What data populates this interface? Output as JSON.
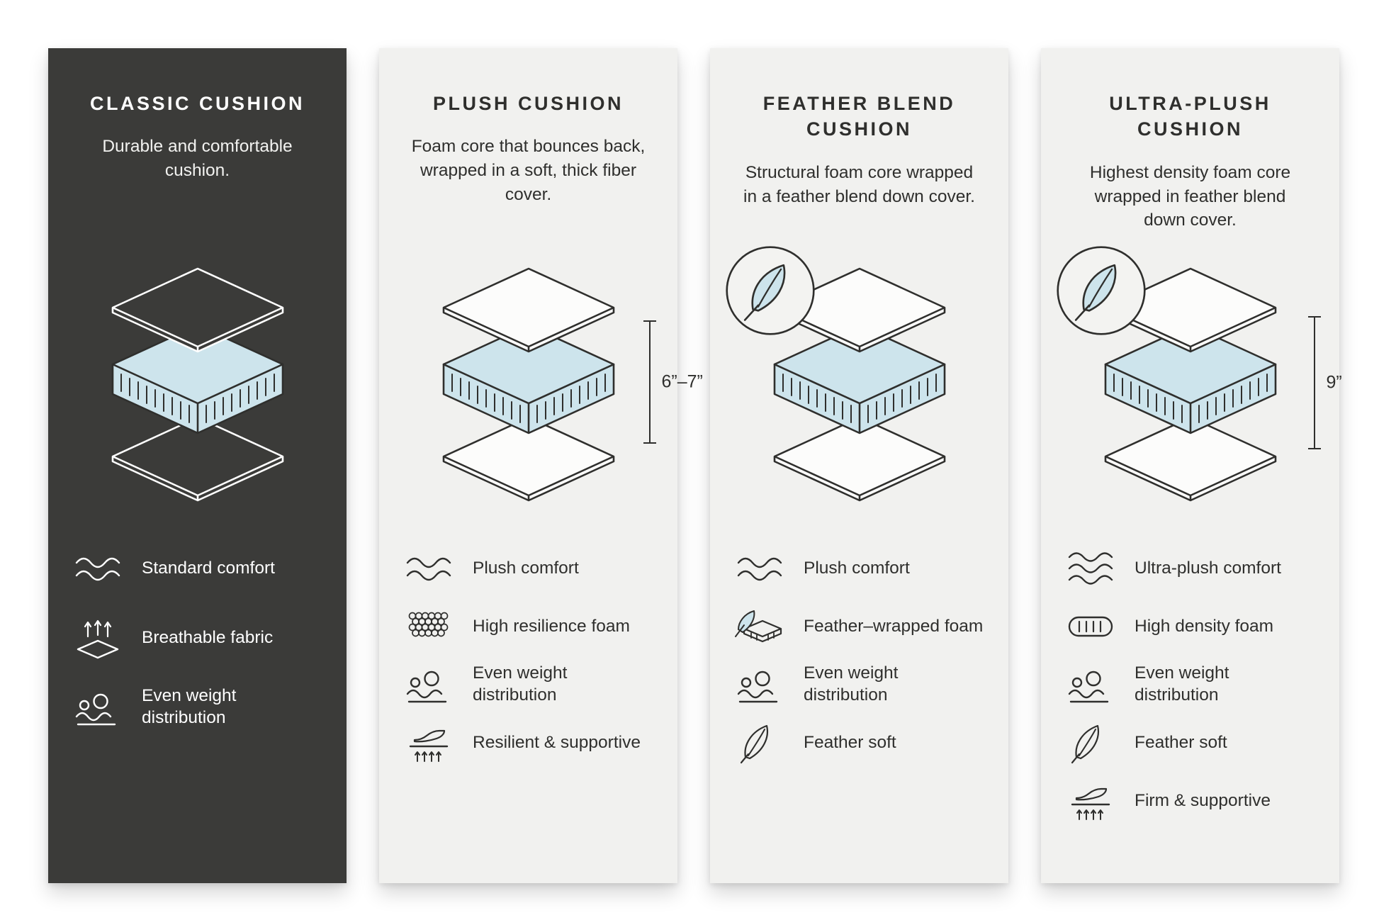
{
  "page": {
    "background": "#ffffff"
  },
  "colors": {
    "dark_panel": "#3b3b39",
    "light_panel": "#f1f1ef",
    "accent_blue": "#cde4ec",
    "stroke_dark": "#2f2f2d",
    "text_light": "#ffffff",
    "text_dark": "#2f2f2d"
  },
  "panels": [
    {
      "id": "classic",
      "theme": "dark",
      "title": "CLASSIC CUSHION",
      "description": "Durable and comfortable cushion.",
      "diagram": {
        "type": "layered-cushion",
        "feather_badge": false,
        "height_label": ""
      },
      "features": [
        {
          "icon": "waves-icon",
          "label": "Standard comfort"
        },
        {
          "icon": "breathable-fabric-icon",
          "label": "Breathable fabric"
        },
        {
          "icon": "even-weight-icon",
          "label": "Even weight distribution"
        }
      ]
    },
    {
      "id": "plush",
      "theme": "light",
      "title": "PLUSH CUSHION",
      "description": "Foam core that bounces back, wrapped in a soft, thick fiber cover.",
      "diagram": {
        "type": "layered-cushion",
        "feather_badge": false,
        "height_label": "6”–7”"
      },
      "features": [
        {
          "icon": "waves-icon",
          "label": "Plush comfort"
        },
        {
          "icon": "foam-cells-icon",
          "label": "High resilience foam"
        },
        {
          "icon": "even-weight-icon",
          "label": "Even weight distribution"
        },
        {
          "icon": "pressing-hand-icon",
          "label": "Resilient & supportive"
        }
      ]
    },
    {
      "id": "feather-blend",
      "theme": "light",
      "title": "FEATHER BLEND CUSHION",
      "description": "Structural foam core wrapped in a feather blend down cover.",
      "diagram": {
        "type": "layered-cushion",
        "feather_badge": true,
        "height_label": ""
      },
      "features": [
        {
          "icon": "waves-icon",
          "label": "Plush comfort"
        },
        {
          "icon": "feather-foam-icon",
          "label": "Feather–wrapped foam"
        },
        {
          "icon": "even-weight-icon",
          "label": "Even weight distribution"
        },
        {
          "icon": "feather-icon",
          "label": "Feather soft"
        }
      ]
    },
    {
      "id": "ultra-plush",
      "theme": "light",
      "title": "ULTRA-PLUSH CUSHION",
      "description": "Highest density foam core wrapped in feather blend down cover.",
      "diagram": {
        "type": "layered-cushion",
        "feather_badge": true,
        "height_label": "9”"
      },
      "features": [
        {
          "icon": "waves-icon",
          "label": "Ultra-plush comfort"
        },
        {
          "icon": "density-foam-icon",
          "label": "High density foam"
        },
        {
          "icon": "even-weight-icon",
          "label": "Even weight distribution"
        },
        {
          "icon": "feather-icon",
          "label": "Feather soft"
        },
        {
          "icon": "pressing-hand-icon",
          "label": "Firm & supportive"
        }
      ]
    }
  ]
}
